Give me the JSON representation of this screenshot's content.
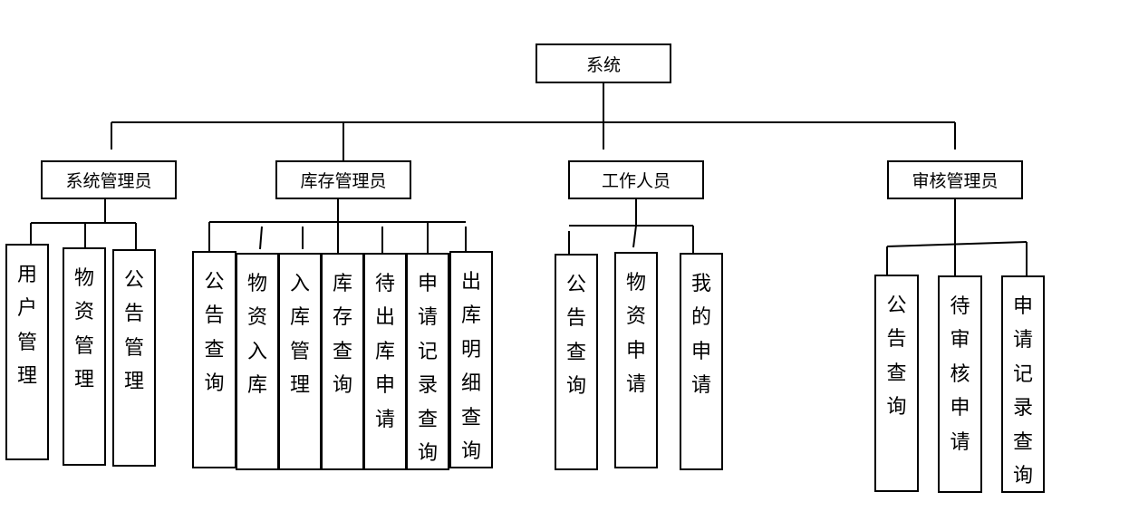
{
  "root": {
    "label": "系统"
  },
  "roles": [
    {
      "label": "系统管理员",
      "children": [
        "用户管理",
        "物资管理",
        "公告管理"
      ]
    },
    {
      "label": "库存管理员",
      "children": [
        "公告查询",
        "物资入库",
        "入库管理",
        "库存查询",
        "待出库申请",
        "申请记录查询",
        "出库明细查询"
      ]
    },
    {
      "label": "工作人员",
      "children": [
        "公告查询",
        "物资申请",
        "我的申请"
      ]
    },
    {
      "label": "审核管理员",
      "children": [
        "公告查询",
        "待审核申请",
        "申请记录查询"
      ]
    }
  ]
}
